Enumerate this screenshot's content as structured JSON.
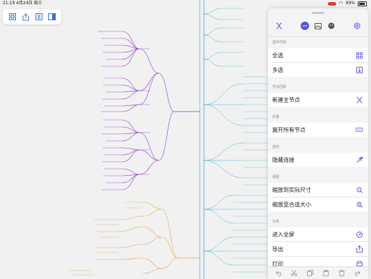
{
  "status": {
    "time_date": "21:19   4月24日 周三",
    "battery_percent": "99%",
    "wifi": "wifi-icon"
  },
  "toolbar": {
    "buttons": [
      "grid-icon",
      "share-icon",
      "outline-icon",
      "sidebar-icon"
    ]
  },
  "colors": {
    "accent": "#5a55d8",
    "branch_purple": "#8a2ec7",
    "branch_orange": "#e6a33a",
    "branch_teal": "#39b3c9",
    "branch_blue": "#2f8fd8",
    "recording_red": "#e23b30"
  },
  "panel": {
    "tabs": [
      "structure-icon",
      "style-icon",
      "image-icon",
      "sticker-icon",
      "settings-icon"
    ],
    "active_tab": "style-icon",
    "sections": [
      {
        "header": "选中内容",
        "rows": [
          {
            "label": "全选",
            "icon": "select-all-icon"
          },
          {
            "label": "多选",
            "icon": "multi-select-icon"
          }
        ]
      },
      {
        "header": "节点回顾",
        "rows": [
          {
            "label": "新建主节点",
            "icon": "new-main-node-icon"
          }
        ]
      },
      {
        "header": "折叠",
        "rows": [
          {
            "label": "展开所有节点",
            "icon": "expand-all-icon"
          }
        ]
      },
      {
        "header": "连线",
        "rows": [
          {
            "label": "隐藏连接",
            "icon": "hide-connection-icon"
          }
        ]
      },
      {
        "header": "视图",
        "rows": [
          {
            "label": "缩放到实际尺寸",
            "icon": "zoom-actual-icon"
          },
          {
            "label": "缩放至合适大小",
            "icon": "zoom-fit-icon"
          }
        ]
      },
      {
        "header": "文档",
        "rows": [
          {
            "label": "进入全屏",
            "icon": "fullscreen-icon"
          },
          {
            "label": "导出",
            "icon": "export-icon"
          },
          {
            "label": "打印",
            "icon": "print-icon"
          }
        ]
      }
    ],
    "bottom_actions": [
      "undo-icon",
      "cut-icon",
      "copy-icon",
      "paste-icon",
      "delete-icon",
      "redo-icon"
    ]
  }
}
